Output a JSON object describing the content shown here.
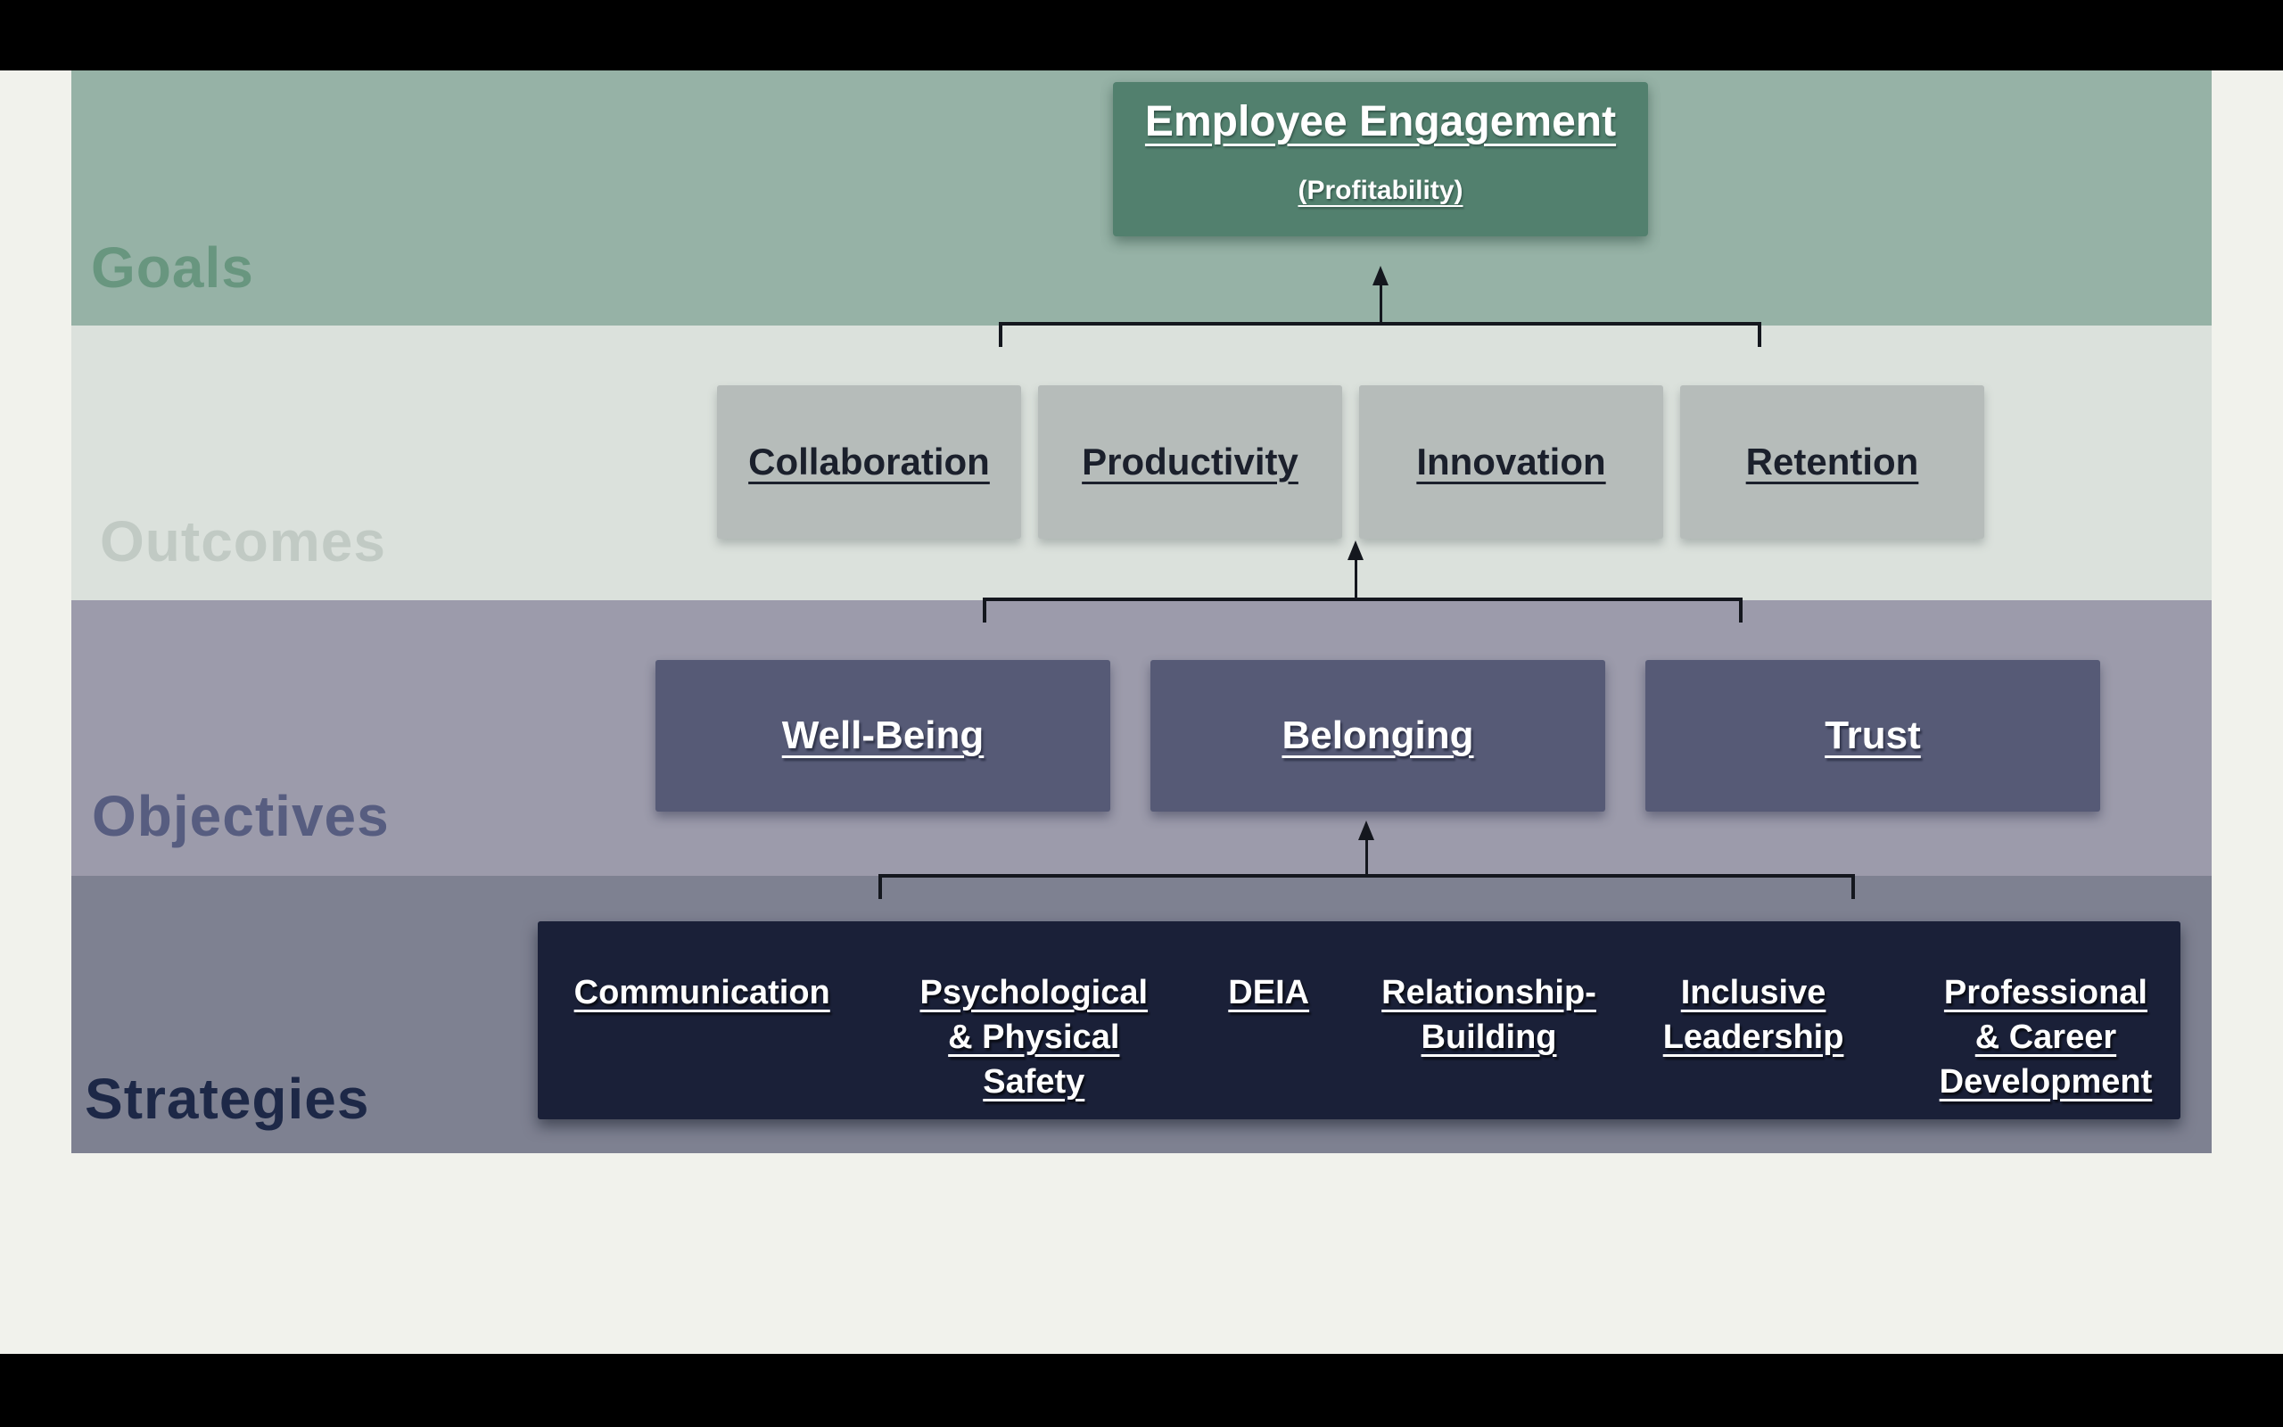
{
  "presentation": {
    "rows": [
      {
        "label": "Goals"
      },
      {
        "label": "Outcomes"
      },
      {
        "label": "Objectives"
      },
      {
        "label": "Strategies"
      }
    ],
    "goal_box": {
      "title": "Employee Engagement",
      "subtitle": "(Profitability)"
    },
    "outcome_boxes": [
      {
        "label": "Collaboration"
      },
      {
        "label": "Productivity"
      },
      {
        "label": "Innovation"
      },
      {
        "label": "Retention"
      }
    ],
    "objective_boxes": [
      {
        "label": "Well-Being"
      },
      {
        "label": "Belonging"
      },
      {
        "label": "Trust"
      }
    ],
    "strategy_items": [
      {
        "label": "Communication"
      },
      {
        "label": "Psychological & Physical Safety"
      },
      {
        "label": "DEIA"
      },
      {
        "label": "Relationship-Building"
      },
      {
        "label": "Inclusive Leadership"
      },
      {
        "label": "Professional & Career Development"
      }
    ],
    "colors": {
      "letterbox": "#000000",
      "background": "#F1F2EC",
      "goals_band": "#96B2A6",
      "goals_label": "#68967F",
      "goal_box_bg": "#52806E",
      "outcomes_band": "#DBE1DC",
      "outcomes_label": "#C1CAC4",
      "outcome_box_bg": "#B6BCBA",
      "outcome_box_text": "#1B202C",
      "objectives_band": "#9C9BAB",
      "objectives_label": "#575D80",
      "objective_box_bg": "#565A76",
      "strategies_band": "#7E8191",
      "strategies_label": "#1D2847",
      "strategy_box_bg": "#1A2038",
      "connector": "#14171E",
      "light_text": "#FFFFFF"
    }
  }
}
